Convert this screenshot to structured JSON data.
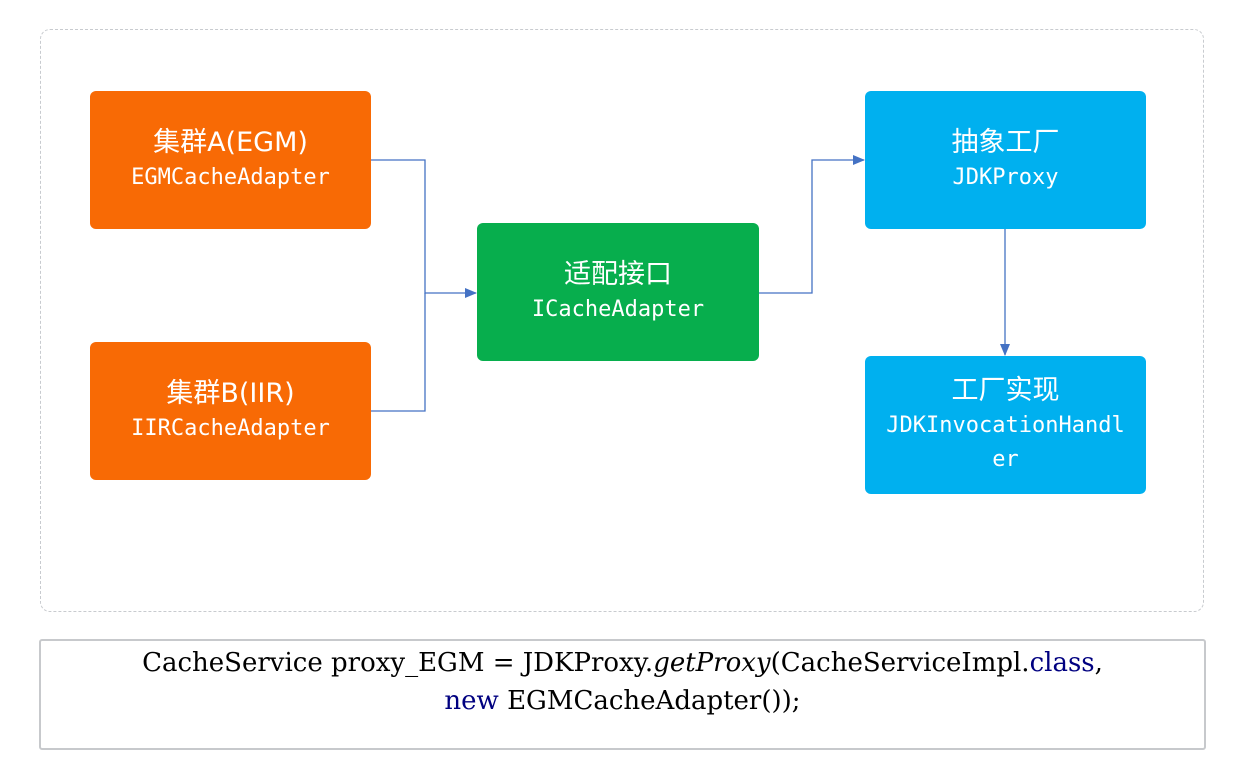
{
  "colors": {
    "orange": "#f86a05",
    "green": "#07ae4d",
    "blue": "#00b0ef",
    "connector": "#4472c4",
    "keyword": "#000080"
  },
  "diagram": {
    "cluster_a": {
      "title": "集群A(EGM)",
      "subtitle": "EGMCacheAdapter"
    },
    "cluster_b": {
      "title": "集群B(IIR)",
      "subtitle": "IIRCacheAdapter"
    },
    "adapter": {
      "title": "适配接口",
      "subtitle": "ICacheAdapter"
    },
    "factory": {
      "title": "抽象工厂",
      "subtitle": "JDKProxy"
    },
    "factory_impl": {
      "title": "工厂实现",
      "subtitle": "JDKInvocationHandler"
    }
  },
  "code": {
    "line1_part1": "CacheService proxy_EGM = JDKProxy.",
    "line1_method": "getProxy",
    "line1_part2": "(CacheServiceImpl.",
    "line1_keyword": "class",
    "line1_part3": ",",
    "line2_keyword": "new",
    "line2_part1": " EGMCacheAdapter());"
  }
}
